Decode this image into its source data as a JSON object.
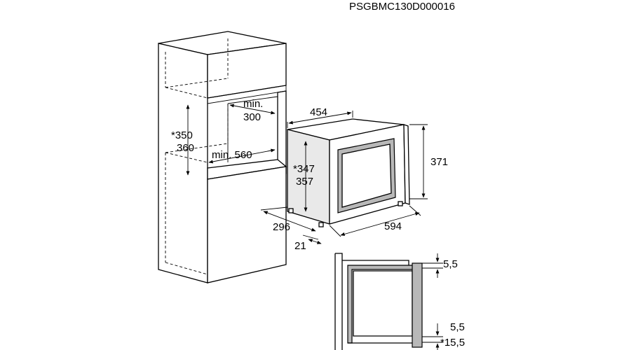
{
  "doc_code": "PSGBMC130D000016",
  "cabinet": {
    "niche_depth_label_1": "min.",
    "niche_depth_label_2": "300",
    "niche_height_label_1": "*350",
    "niche_height_label_2": "360",
    "niche_width_label": "min. 560"
  },
  "appliance": {
    "depth_label": "454",
    "height_label": "371",
    "front_height_label_1": "*347",
    "front_height_label_2": "357",
    "side_depth_label": "296",
    "front_offset_label": "21",
    "width_label": "594"
  },
  "detail": {
    "top_gap_label": "5,5",
    "bottom_gap_label": "5,5",
    "bottom_alt_label": "*15,5"
  }
}
